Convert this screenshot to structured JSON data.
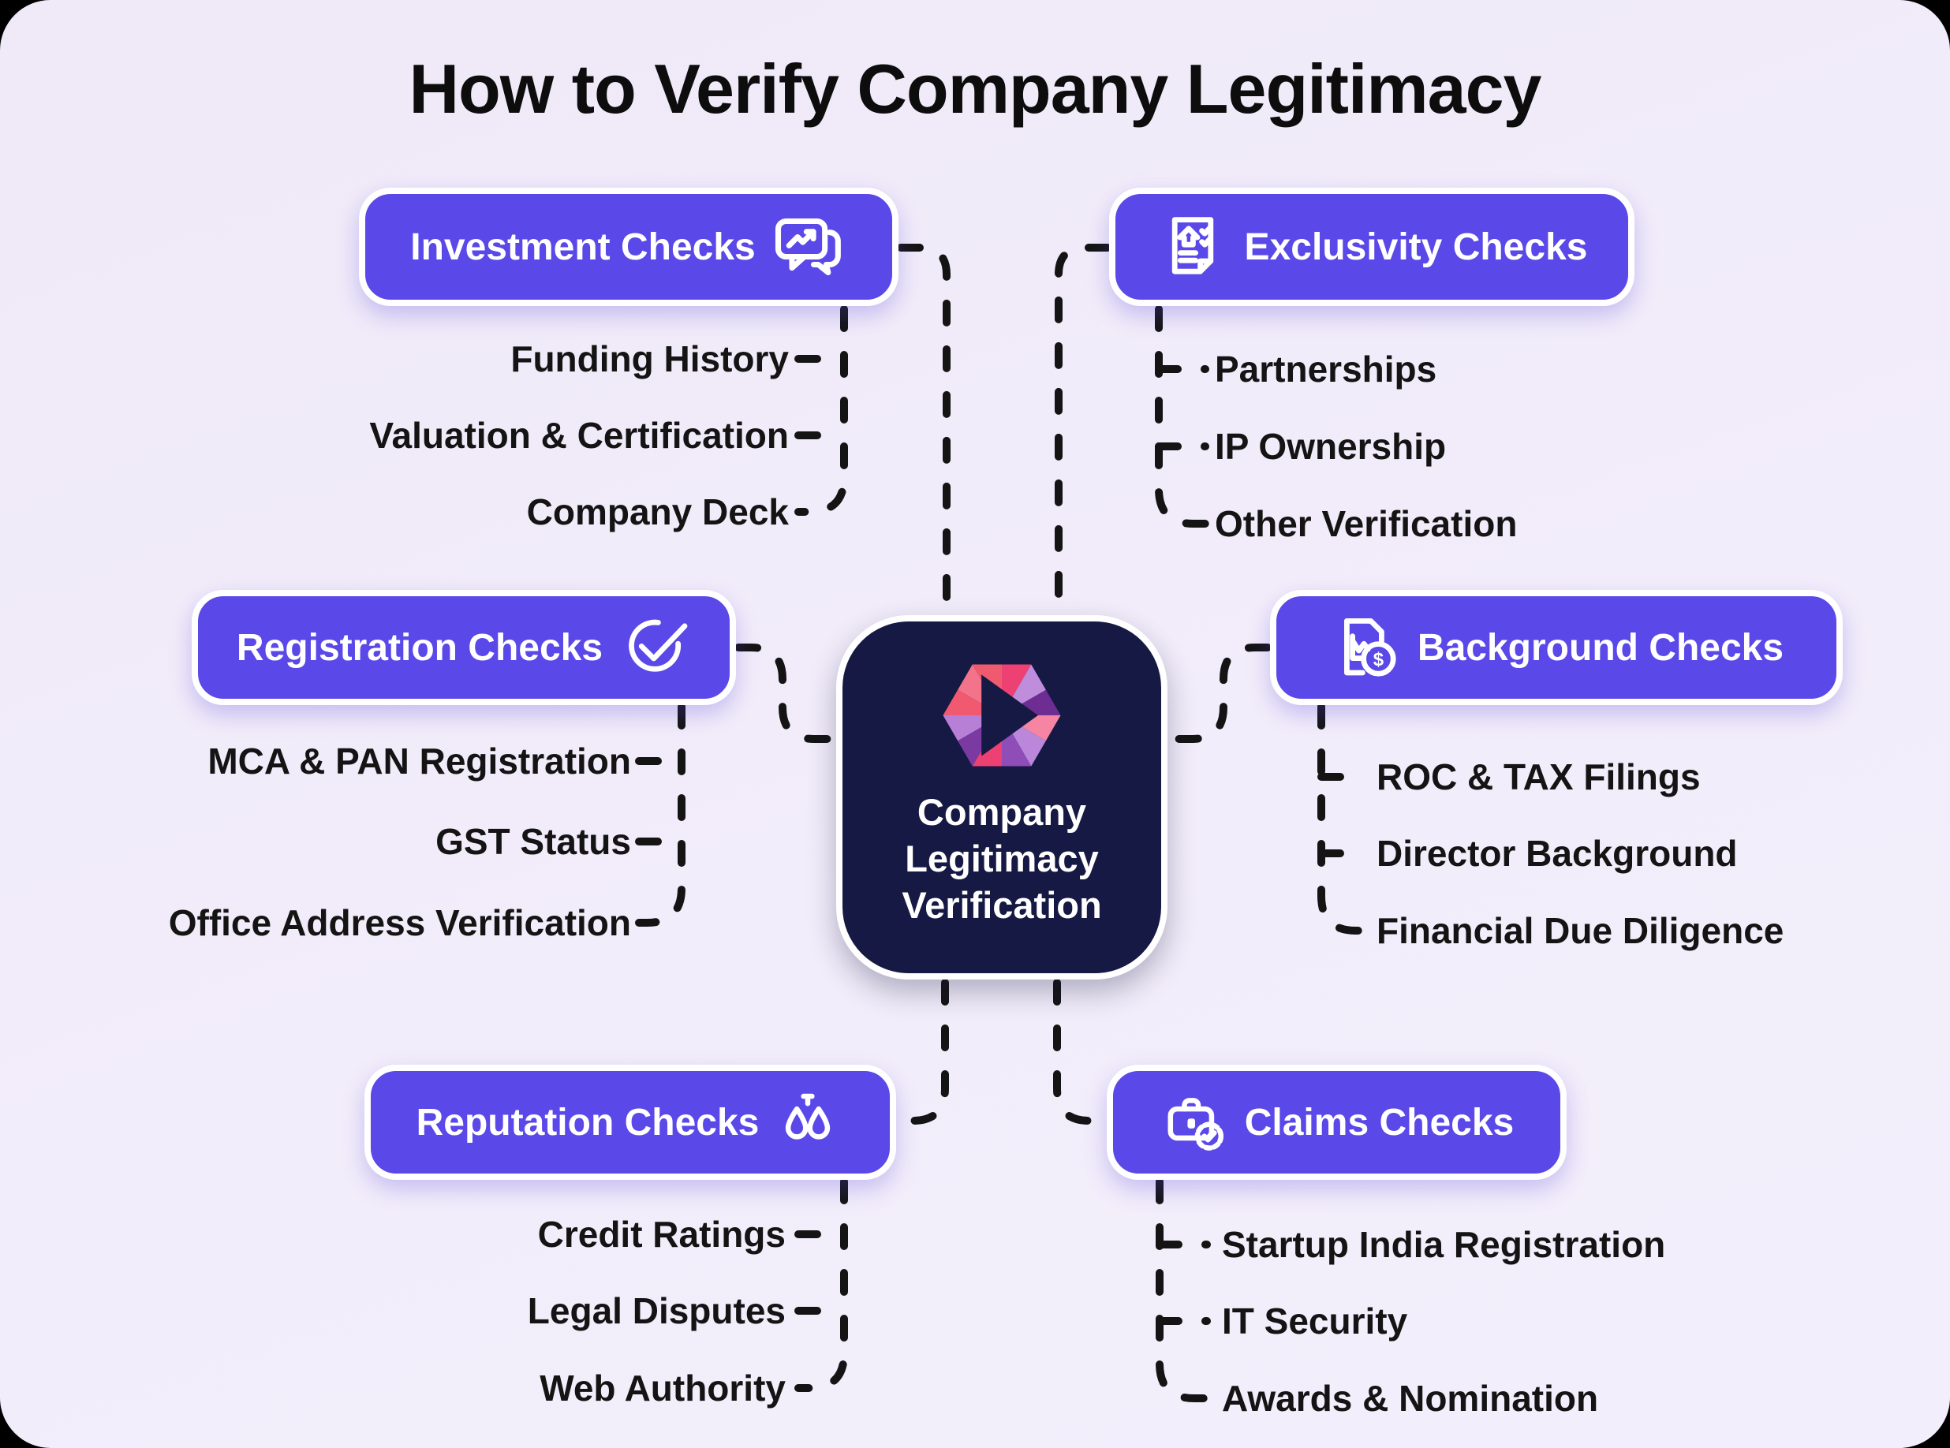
{
  "title": "How to Verify Company Legitimacy",
  "center": {
    "label": "Company Legitimacy Verification",
    "lines": [
      "Company",
      "Legitimacy",
      "Verification"
    ],
    "logo": "faceted-hexagon-logo"
  },
  "branches": [
    {
      "id": "investment",
      "label": "Investment Checks",
      "icon": "chat-trend-icon",
      "items": [
        "Funding History",
        "Valuation & Certification",
        "Company Deck"
      ]
    },
    {
      "id": "exclusivity",
      "label": "Exclusivity Checks",
      "icon": "checklist-doc-icon",
      "items": [
        "Partnerships",
        "IP Ownership",
        "Other Verification"
      ]
    },
    {
      "id": "registration",
      "label": "Registration Checks",
      "icon": "verified-check-icon",
      "items": [
        "MCA & PAN Registration",
        "GST Status",
        "Office Address Verification"
      ]
    },
    {
      "id": "background",
      "label": "Background Checks",
      "icon": "finance-doc-icon",
      "items": [
        "ROC & TAX Filings",
        "Director Background",
        "Financial Due Diligence"
      ]
    },
    {
      "id": "reputation",
      "label": "Reputation Checks",
      "icon": "scales-icon",
      "items": [
        "Credit Ratings",
        "Legal Disputes",
        "Web Authority"
      ]
    },
    {
      "id": "claims",
      "label": "Claims Checks",
      "icon": "briefcase-badge-icon",
      "items": [
        "Startup India Registration",
        "IT Security",
        "Awards & Nomination"
      ]
    }
  ],
  "colors": {
    "page_background": "#F1ECFA",
    "branch_pill": "#5A48E8",
    "center_node": "#161943",
    "connector": "#141414",
    "text": "#141414",
    "pill_text": "#FFFFFF",
    "logo_palette": [
      "#EF5A6E",
      "#EE4173",
      "#BE8EDC",
      "#6E2D92",
      "#F585A3",
      "#BA87DB",
      "#8F4DB8",
      "#B77FD6",
      "#F3738A"
    ]
  }
}
